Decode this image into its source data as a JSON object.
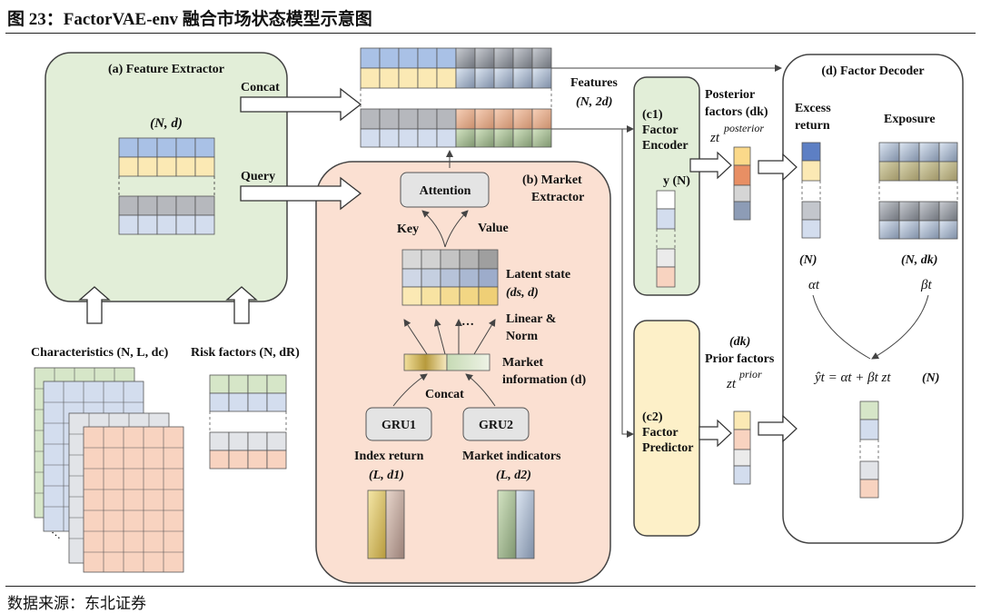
{
  "figure": {
    "title": "图 23：FactorVAE-env 融合市场状态模型示意图",
    "source": "数据来源：东北证券"
  },
  "panels": {
    "feature_extractor": "(a) Feature Extractor",
    "market_extractor": [
      "(b) Market",
      "Extractor"
    ],
    "factor_encoder": [
      "(c1)",
      "Factor",
      "Encoder"
    ],
    "factor_predictor": [
      "(c2)",
      "Factor",
      "Predictor"
    ],
    "factor_decoder": "(d) Factor Decoder"
  },
  "labels": {
    "concat": "Concat",
    "query": "Query",
    "nd": "(N, d)",
    "features": "Features",
    "features_dim": "(N, 2d)",
    "attention": "Attention",
    "key": "Key",
    "value": "Value",
    "latent_state": "Latent state",
    "latent_dim": "(ds, d)",
    "linear_norm": [
      "Linear &",
      "Norm"
    ],
    "ellipsis": "…",
    "market_info": [
      "Market",
      "information (d)"
    ],
    "concat_inner": "Concat",
    "gru1": "GRU1",
    "gru2": "GRU2",
    "index_return": "Index return",
    "index_dim": "(L, d1)",
    "market_indicators": "Market indicators",
    "market_dim": "(L, d2)",
    "characteristics": "Characteristics (N, L, dc)",
    "risk_factors": "Risk factors (N, dR)",
    "y_n": "y (N)",
    "posterior_factors": [
      "Posterior",
      "factors (dk)"
    ],
    "z_posterior": "zt",
    "z_posterior_sup": "posterior",
    "prior_dk": "(dk)",
    "prior_factors": "Prior factors",
    "z_prior": "zt",
    "z_prior_sup": "prior",
    "excess_return": [
      "Excess",
      "return"
    ],
    "exposure": "Exposure",
    "n_label": "(N)",
    "ndk": "(N, dk)",
    "alpha": "αt",
    "beta": "βt",
    "equation": "ŷt = αt + βt zt",
    "equation_dim": "(N)",
    "dots_small": "…"
  },
  "colors": {
    "blue": "#a9c1e6",
    "yellow": "#fbe9b4",
    "gray": "#b6b8bd",
    "lightblue": "#d3ddee",
    "green_panel": "#e2eed8",
    "peach_panel": "#fbe0d2",
    "yellow_panel": "#fdf0c8",
    "peach_cell": "#f8d3c0",
    "green_cell": "#d6e6c8"
  }
}
